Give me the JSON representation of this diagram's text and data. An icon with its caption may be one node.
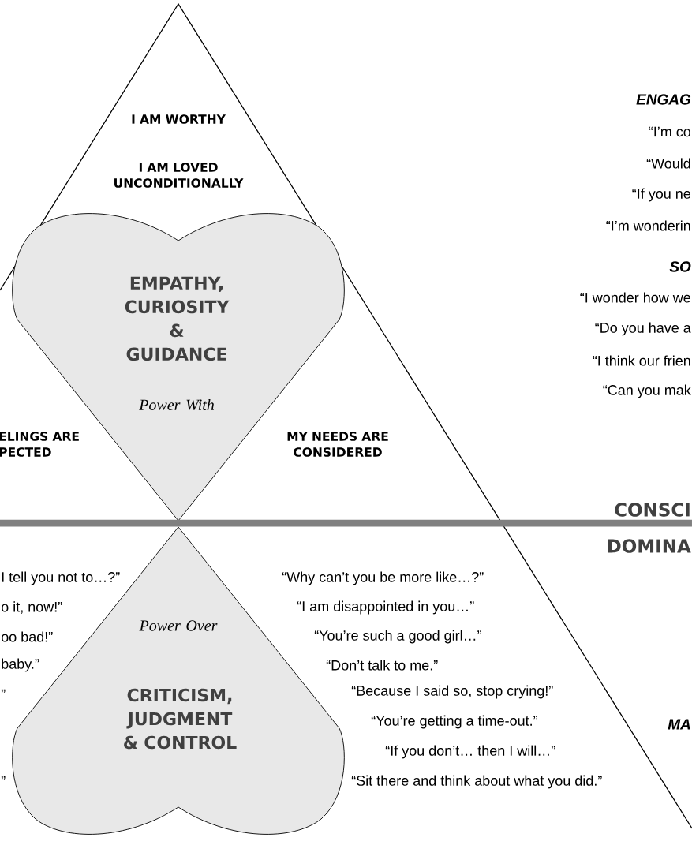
{
  "diagram": {
    "nodes": [
      {
        "text": [
          "I AM WORTHY",
          "I AM LOVED UNCONDITIONALLY",
          "ELINGS ARE PECTED",
          "MY NEEDS ARE CONSIDERED"
        ]
      },
      {
        "text": [
          "EMPATHY, CURIOSITY & GUIDANCE",
          "Power With"
        ],
        "in": 0
      },
      {
        "text": [
          "Power Over",
          "CRITICISM, JUDGMENT & CONTROL"
        ],
        "in": 0
      }
    ],
    "edges": [],
    "labels": [
      "ENGAG",
      "“I’m co",
      "“Would",
      "“If you ne",
      "“I’m wonderin",
      "SO",
      "“I wonder how we",
      "“Do you have a",
      "“I think our frien",
      "“Can you mak",
      "CONSCI",
      "DOMINA",
      "I tell you not to…?”",
      "“Why can’t you be more like…?”",
      "o it, now!”",
      "“I am disappointed in you…”",
      "oo bad!”",
      "“You’re such a good girl…”",
      "baby.”",
      "“Don’t talk to me.”",
      "”",
      "“Because I said so, stop crying!”",
      "“You’re getting a time-out.”",
      "MA",
      "“If you don’t… then I will…”",
      "”",
      "“Sit there and think about what you did.”"
    ]
  }
}
